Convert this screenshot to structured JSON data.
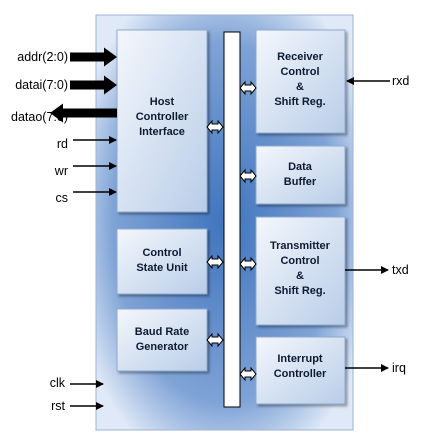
{
  "blocks": {
    "host": [
      "Host",
      "Controller",
      "Interface"
    ],
    "control_state": [
      "Control",
      "State Unit"
    ],
    "baud_rate": [
      "Baud Rate",
      "Generator"
    ],
    "receiver": [
      "Receiver",
      "Control",
      "&",
      "Shift Reg."
    ],
    "data_buffer": [
      "Data",
      "Buffer"
    ],
    "transmitter": [
      "Transmitter",
      "Control",
      "&",
      "Shift Reg."
    ],
    "interrupt": [
      "Interrupt",
      "Controller"
    ]
  },
  "signals": {
    "addr": "addr(2:0)",
    "datai": "datai(7:0)",
    "datao": "datao(7:0)",
    "rd": "rd",
    "wr": "wr",
    "cs": "cs",
    "clk": "clk",
    "rst": "rst",
    "rxd": "rxd",
    "txd": "txd",
    "irq": "irq"
  },
  "colors": {
    "frame_outer": "#3a6fb8",
    "frame_inner": "#dfe9f7",
    "block_light": "#f2f6fc",
    "block_dark": "#bcd0ea",
    "block_border": "#8ea9cf"
  }
}
